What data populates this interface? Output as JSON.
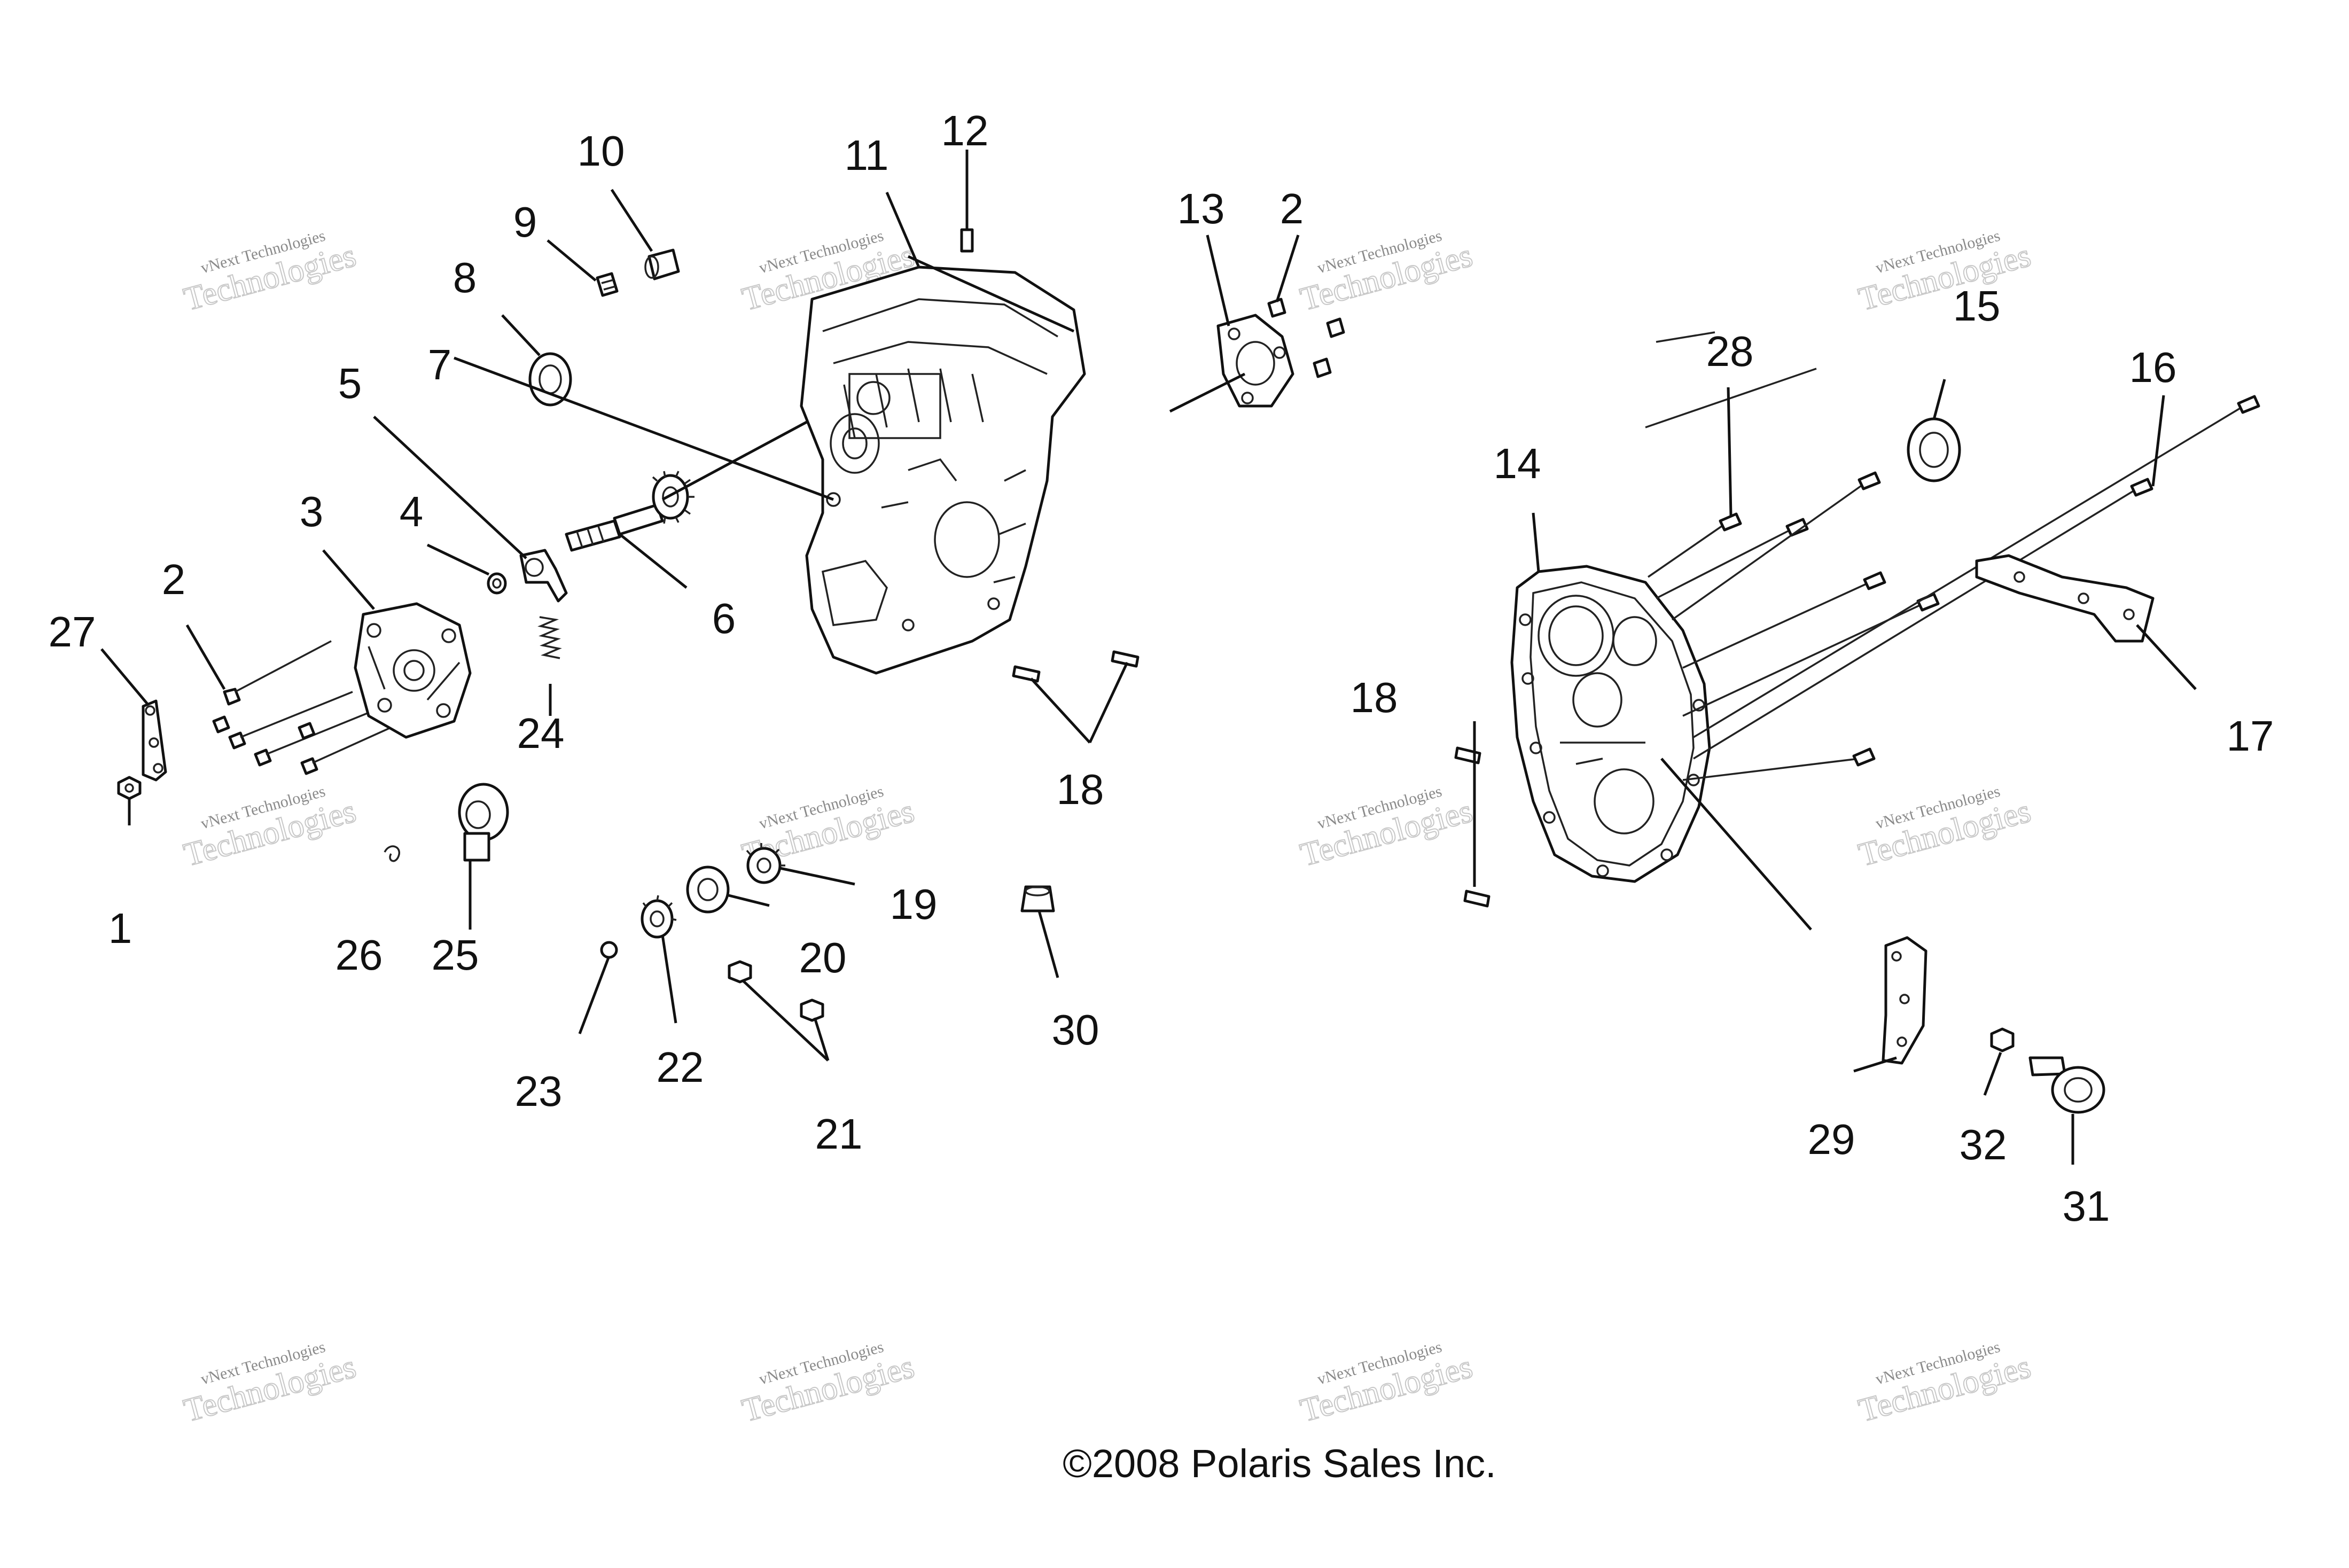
{
  "copyright": "©2008 Polaris Sales Inc.",
  "watermark": {
    "line1": "vNext Technologies",
    "line2": "Technologies"
  },
  "callouts": [
    "1",
    "2",
    "3",
    "4",
    "5",
    "6",
    "7",
    "8",
    "9",
    "10",
    "11",
    "12",
    "13",
    "2",
    "14",
    "15",
    "16",
    "17",
    "18",
    "18",
    "19",
    "20",
    "21",
    "22",
    "23",
    "24",
    "25",
    "26",
    "27",
    "28",
    "29",
    "30",
    "31",
    "32"
  ],
  "colors": {
    "line": "#111111",
    "watermark": "#8a8a8a",
    "background": "#ffffff"
  }
}
